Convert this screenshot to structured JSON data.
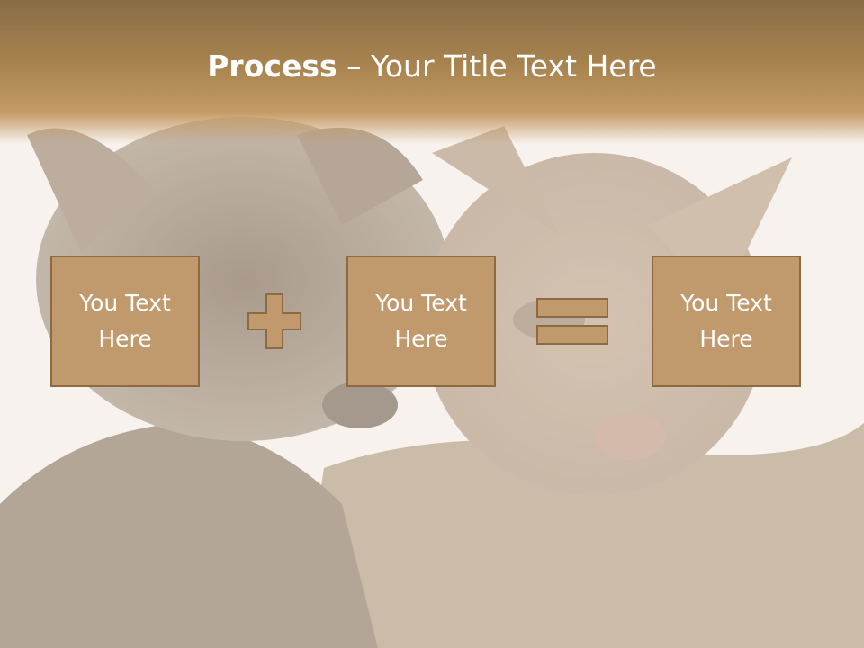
{
  "slide": {
    "title_bold": "Process",
    "title_rest": " – Your Title Text Here",
    "boxes": [
      {
        "line1": "You Text",
        "line2": "Here"
      },
      {
        "line1": "You Text",
        "line2": "Here"
      },
      {
        "line1": "You Text",
        "line2": "Here"
      }
    ]
  },
  "colors": {
    "title_bar": "#a8834f",
    "box_fill": "#c09a6d",
    "box_border": "#8c6a42"
  },
  "icons": [
    "plus-icon",
    "equals-icon"
  ]
}
